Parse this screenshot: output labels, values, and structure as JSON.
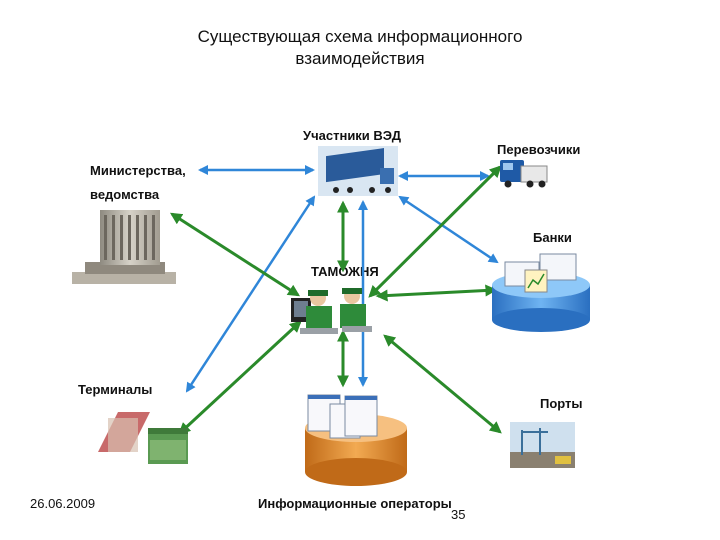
{
  "slide": {
    "title_line1": "Существующая схема информационного",
    "title_line2": "взаимодействия",
    "date": "26.06.2009",
    "page_number": "35"
  },
  "nodes": {
    "ved": "Участники ВЭД",
    "carriers": "Перевозчики",
    "ministries_line1": "Министерства,",
    "ministries_line2": "ведомства",
    "banks": "Банки",
    "customs": "ТАМОЖНЯ",
    "terminals": "Терминалы",
    "ports": "Порты",
    "info_operators": "Информационные операторы"
  },
  "colors": {
    "blue_arrow": "#2f86d8",
    "green_arrow": "#2a8a2a",
    "bank_cylinder": "#3c8fe0",
    "operator_cylinder": "#e08a28"
  }
}
